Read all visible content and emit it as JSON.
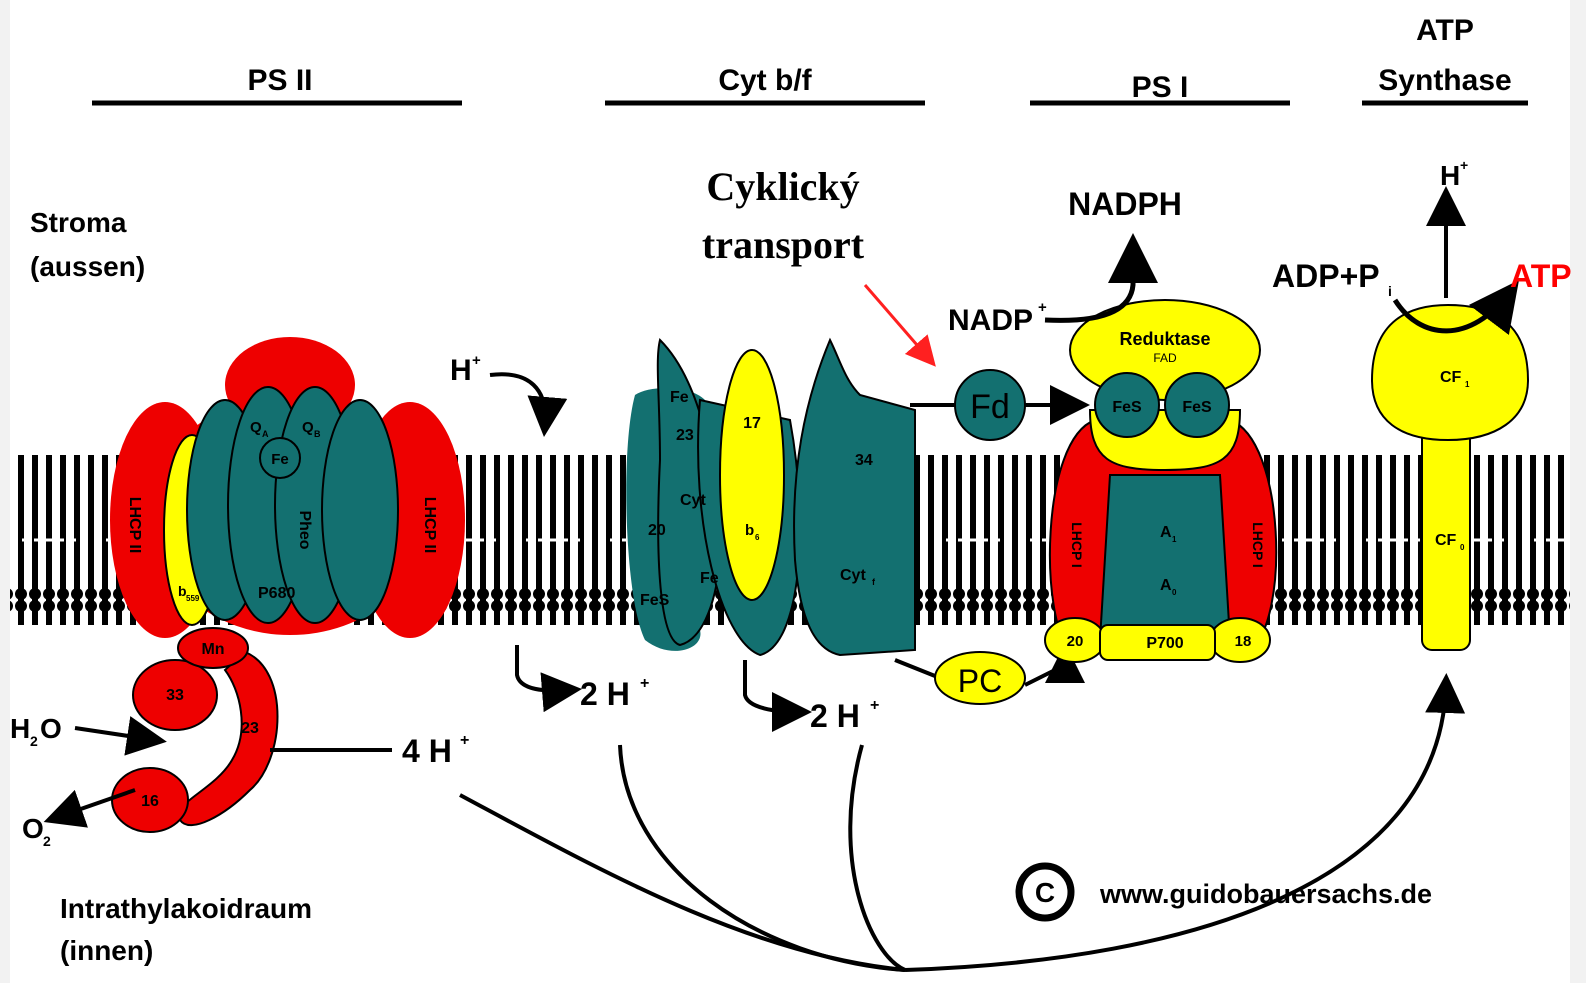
{
  "headers": {
    "ps2": "PS II",
    "cyt": "Cyt b/f",
    "ps1": "PS I",
    "atp_line1": "ATP",
    "atp_line2": "Synthase"
  },
  "regions": {
    "stroma_1": "Stroma",
    "stroma_2": "(aussen)",
    "lumen_1": "Intrathylakoidraum",
    "lumen_2": "(innen)"
  },
  "annotation": {
    "line1": "Cyklický",
    "line2": "transport"
  },
  "ps2": {
    "lhcp_left": "LHCP II",
    "lhcp_right": "LHCP II",
    "qa": "Q",
    "qa_sub": "A",
    "qb": "Q",
    "qb_sub": "B",
    "fe": "Fe",
    "pheo": "Pheo",
    "p680": "P680",
    "b559": "b",
    "b559_sub": "559",
    "mn": "Mn",
    "p33": "33",
    "p23": "23",
    "p16": "16"
  },
  "cyt": {
    "fe_top": "Fe",
    "n23": "23",
    "n17": "17",
    "n34": "34",
    "cytf_left": "Cyt",
    "n20": "20",
    "b6": "b",
    "b6_sub": "6",
    "cytf": "Cyt",
    "cytf_sub": "f",
    "fes": "FeS",
    "fe_bottom": "Fe"
  },
  "ps1": {
    "reductase": "Reduktase",
    "fad": "FAD",
    "fes1": "FeS",
    "fes2": "FeS",
    "lhcp_left": "LHCP I",
    "lhcp_right": "LHCP I",
    "a1": "A",
    "a1_sub": "1",
    "a0": "A",
    "a0_sub": "0",
    "n20": "20",
    "p700": "P700",
    "n18": "18"
  },
  "atp": {
    "cf1": "CF",
    "cf1_sub": "1",
    "cf0": "CF",
    "cf0_sub": "0",
    "h_top": "H",
    "h_sup": "+",
    "adp": "ADP+P",
    "adp_sub": "i",
    "atp": "ATP"
  },
  "carriers": {
    "fd": "Fd",
    "pc": "PC"
  },
  "flow": {
    "h_in": "H",
    "h_in_sup": "+",
    "nadph": "NADPH",
    "nadp": "NADP",
    "nadp_sup": "+",
    "h2o": "H",
    "h2o_sub": "2",
    "h2o_o": "O",
    "o2": "O",
    "o2_sub": "2",
    "h4": "4 H",
    "h4_sup": "+",
    "h2a": "2 H",
    "h2a_sup": "+",
    "h2b": "2 H",
    "h2b_sup": "+"
  },
  "copyright": {
    "symbol": "C",
    "url": "www.guidobauersachs.de"
  },
  "colors": {
    "red": "#ee0000",
    "teal": "#137070",
    "yellow": "#ffff00",
    "arrow_red": "#ff2020",
    "atp_text": "#ff0000"
  }
}
